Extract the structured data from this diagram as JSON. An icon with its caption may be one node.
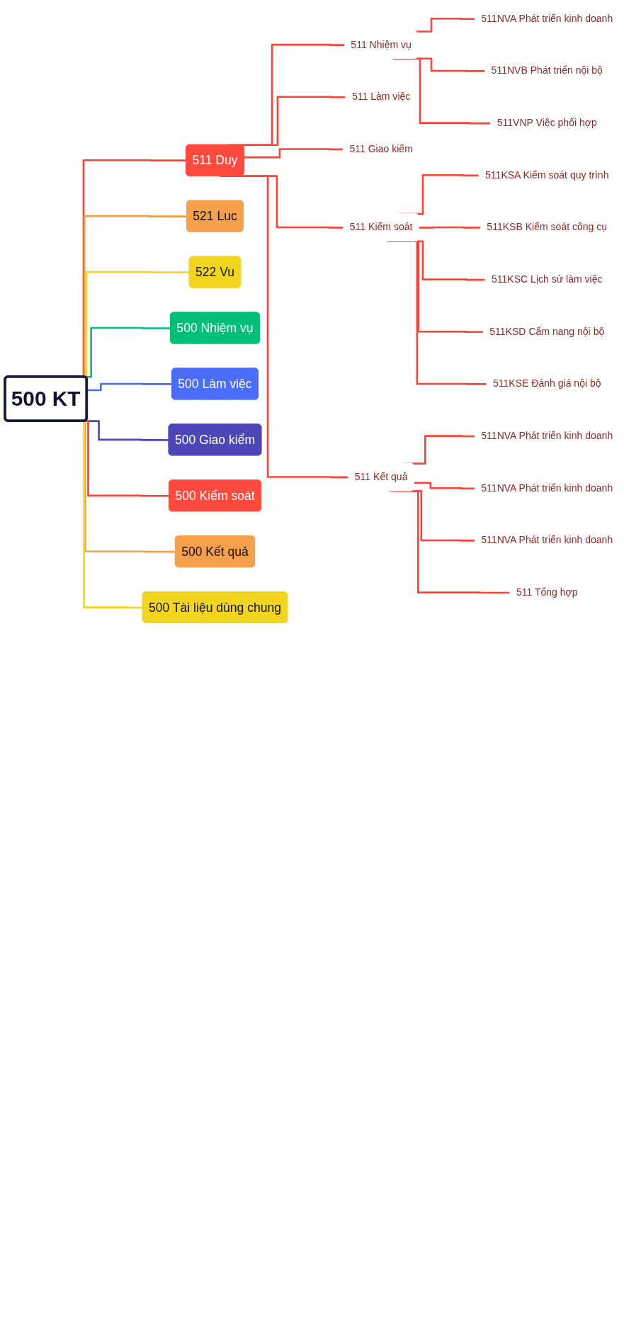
{
  "diagram": {
    "nodes": [
      {
        "text": [
          "500 KT"
        ]
      },
      {
        "text": [
          "511 Duy"
        ]
      },
      {
        "text": [
          "511 Nhiệm vụ"
        ]
      },
      {
        "text": [
          "511NVA Phát triển kinh doanh"
        ]
      },
      {
        "text": [
          "511NVB Phát triển nội bộ"
        ]
      },
      {
        "text": [
          "511VNP Việc phối hợp"
        ]
      },
      {
        "text": [
          "511 Làm việc"
        ]
      },
      {
        "text": [
          "511 Giao kiểm"
        ]
      },
      {
        "text": [
          "511 Kiểm soát"
        ]
      },
      {
        "text": [
          "511KSA Kiểm soát quy trình"
        ]
      },
      {
        "text": [
          "511KSB Kiểm soát công cụ"
        ]
      },
      {
        "text": [
          "511KSC Lịch sử làm việc"
        ]
      },
      {
        "text": [
          "511KSD Cẩm nang nội bộ"
        ]
      },
      {
        "text": [
          "511KSE Đánh giá nội bộ"
        ]
      },
      {
        "text": [
          "511 Kết quả"
        ]
      },
      {
        "text": [
          "511NVA Phát triển kinh doanh"
        ]
      },
      {
        "text": [
          "511NVA Phát triển kinh doanh"
        ]
      },
      {
        "text": [
          "511NVA Phát triển kinh doanh"
        ]
      },
      {
        "text": [
          "511 Tổng hợp"
        ]
      },
      {
        "text": [
          "521 Luc"
        ]
      },
      {
        "text": [
          "522 Vu"
        ]
      },
      {
        "text": [
          "500 Nhiệm vụ"
        ]
      },
      {
        "text": [
          "500 Làm việc"
        ]
      },
      {
        "text": [
          "500 Giao kiểm"
        ]
      },
      {
        "text": [
          "500 Kiểm soát"
        ]
      },
      {
        "text": [
          "500 Kết quả"
        ]
      },
      {
        "text": [
          "500 Tài liệu dùng chung"
        ]
      }
    ],
    "edges": [
      {
        "from": 0,
        "to": 1,
        "arrow": "none"
      },
      {
        "from": 1,
        "to": 2,
        "arrow": "none"
      },
      {
        "from": 2,
        "to": 3,
        "arrow": "none"
      },
      {
        "from": 2,
        "to": 4,
        "arrow": "none"
      },
      {
        "from": 2,
        "to": 5,
        "arrow": "none"
      },
      {
        "from": 1,
        "to": 6,
        "arrow": "none"
      },
      {
        "from": 1,
        "to": 7,
        "arrow": "none"
      },
      {
        "from": 1,
        "to": 8,
        "arrow": "none"
      },
      {
        "from": 8,
        "to": 9,
        "arrow": "none"
      },
      {
        "from": 8,
        "to": 10,
        "arrow": "none"
      },
      {
        "from": 8,
        "to": 11,
        "arrow": "none"
      },
      {
        "from": 8,
        "to": 12,
        "arrow": "none"
      },
      {
        "from": 8,
        "to": 13,
        "arrow": "none"
      },
      {
        "from": 1,
        "to": 14,
        "arrow": "none"
      },
      {
        "from": 14,
        "to": 15,
        "arrow": "none"
      },
      {
        "from": 14,
        "to": 16,
        "arrow": "none"
      },
      {
        "from": 14,
        "to": 17,
        "arrow": "none"
      },
      {
        "from": 14,
        "to": 18,
        "arrow": "none"
      },
      {
        "from": 0,
        "to": 19,
        "arrow": "none",
        "color": "#f7a04b"
      },
      {
        "from": 0,
        "to": 20,
        "arrow": "none",
        "color": "#f2d520"
      },
      {
        "from": 0,
        "to": 21,
        "arrow": "none",
        "color": "#00bf78"
      },
      {
        "from": 0,
        "to": 22,
        "arrow": "none",
        "color": "#4a6cff"
      },
      {
        "from": 0,
        "to": 23,
        "arrow": "none",
        "color": "#4e46b8"
      },
      {
        "from": 0,
        "to": 24,
        "arrow": "none"
      },
      {
        "from": 0,
        "to": 25,
        "arrow": "none",
        "color": "#f7a04b"
      },
      {
        "from": 0,
        "to": 26,
        "arrow": "none",
        "color": "#f2d520"
      }
    ]
  }
}
